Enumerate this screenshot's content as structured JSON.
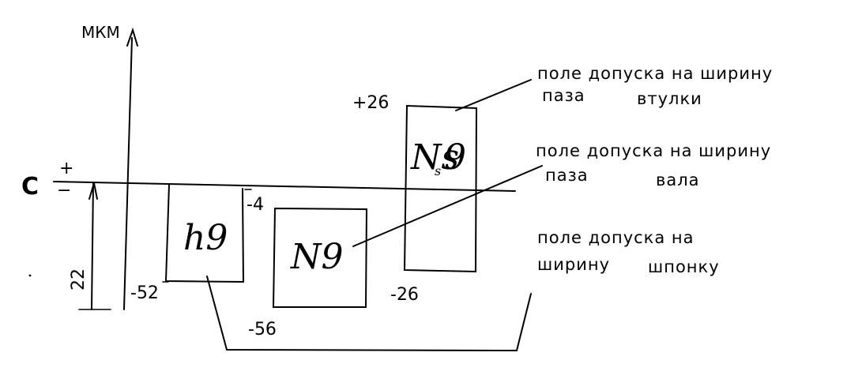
{
  "axis": {
    "unit_label": "МКМ",
    "zero_label": "С",
    "plus_label": "+",
    "minus_label": "−",
    "dimension_label": "22"
  },
  "fields": {
    "shaft_width": {
      "name": "h9",
      "upper_label": "",
      "lower_label": "-52"
    },
    "shaft_slot": {
      "name": "N9",
      "upper_label": "-4",
      "lower_label": "-56"
    },
    "hub_slot": {
      "name_main": "Ns",
      "name_sub": "s",
      "name_tail": "9",
      "upper_label": "+26",
      "lower_label": "-26"
    }
  },
  "notes": {
    "hub_slot_line1": "поле допуска на ширину",
    "hub_slot_line2_a": "паза",
    "hub_slot_line2_b": "втулки",
    "shaft_slot_line1": "поле допуска на ширину",
    "shaft_slot_line2_a": "паза",
    "shaft_slot_line2_b": "вала",
    "key_line1": "поле допуска на",
    "key_line2_a": "ширину",
    "key_line2_b": "шпонку"
  }
}
